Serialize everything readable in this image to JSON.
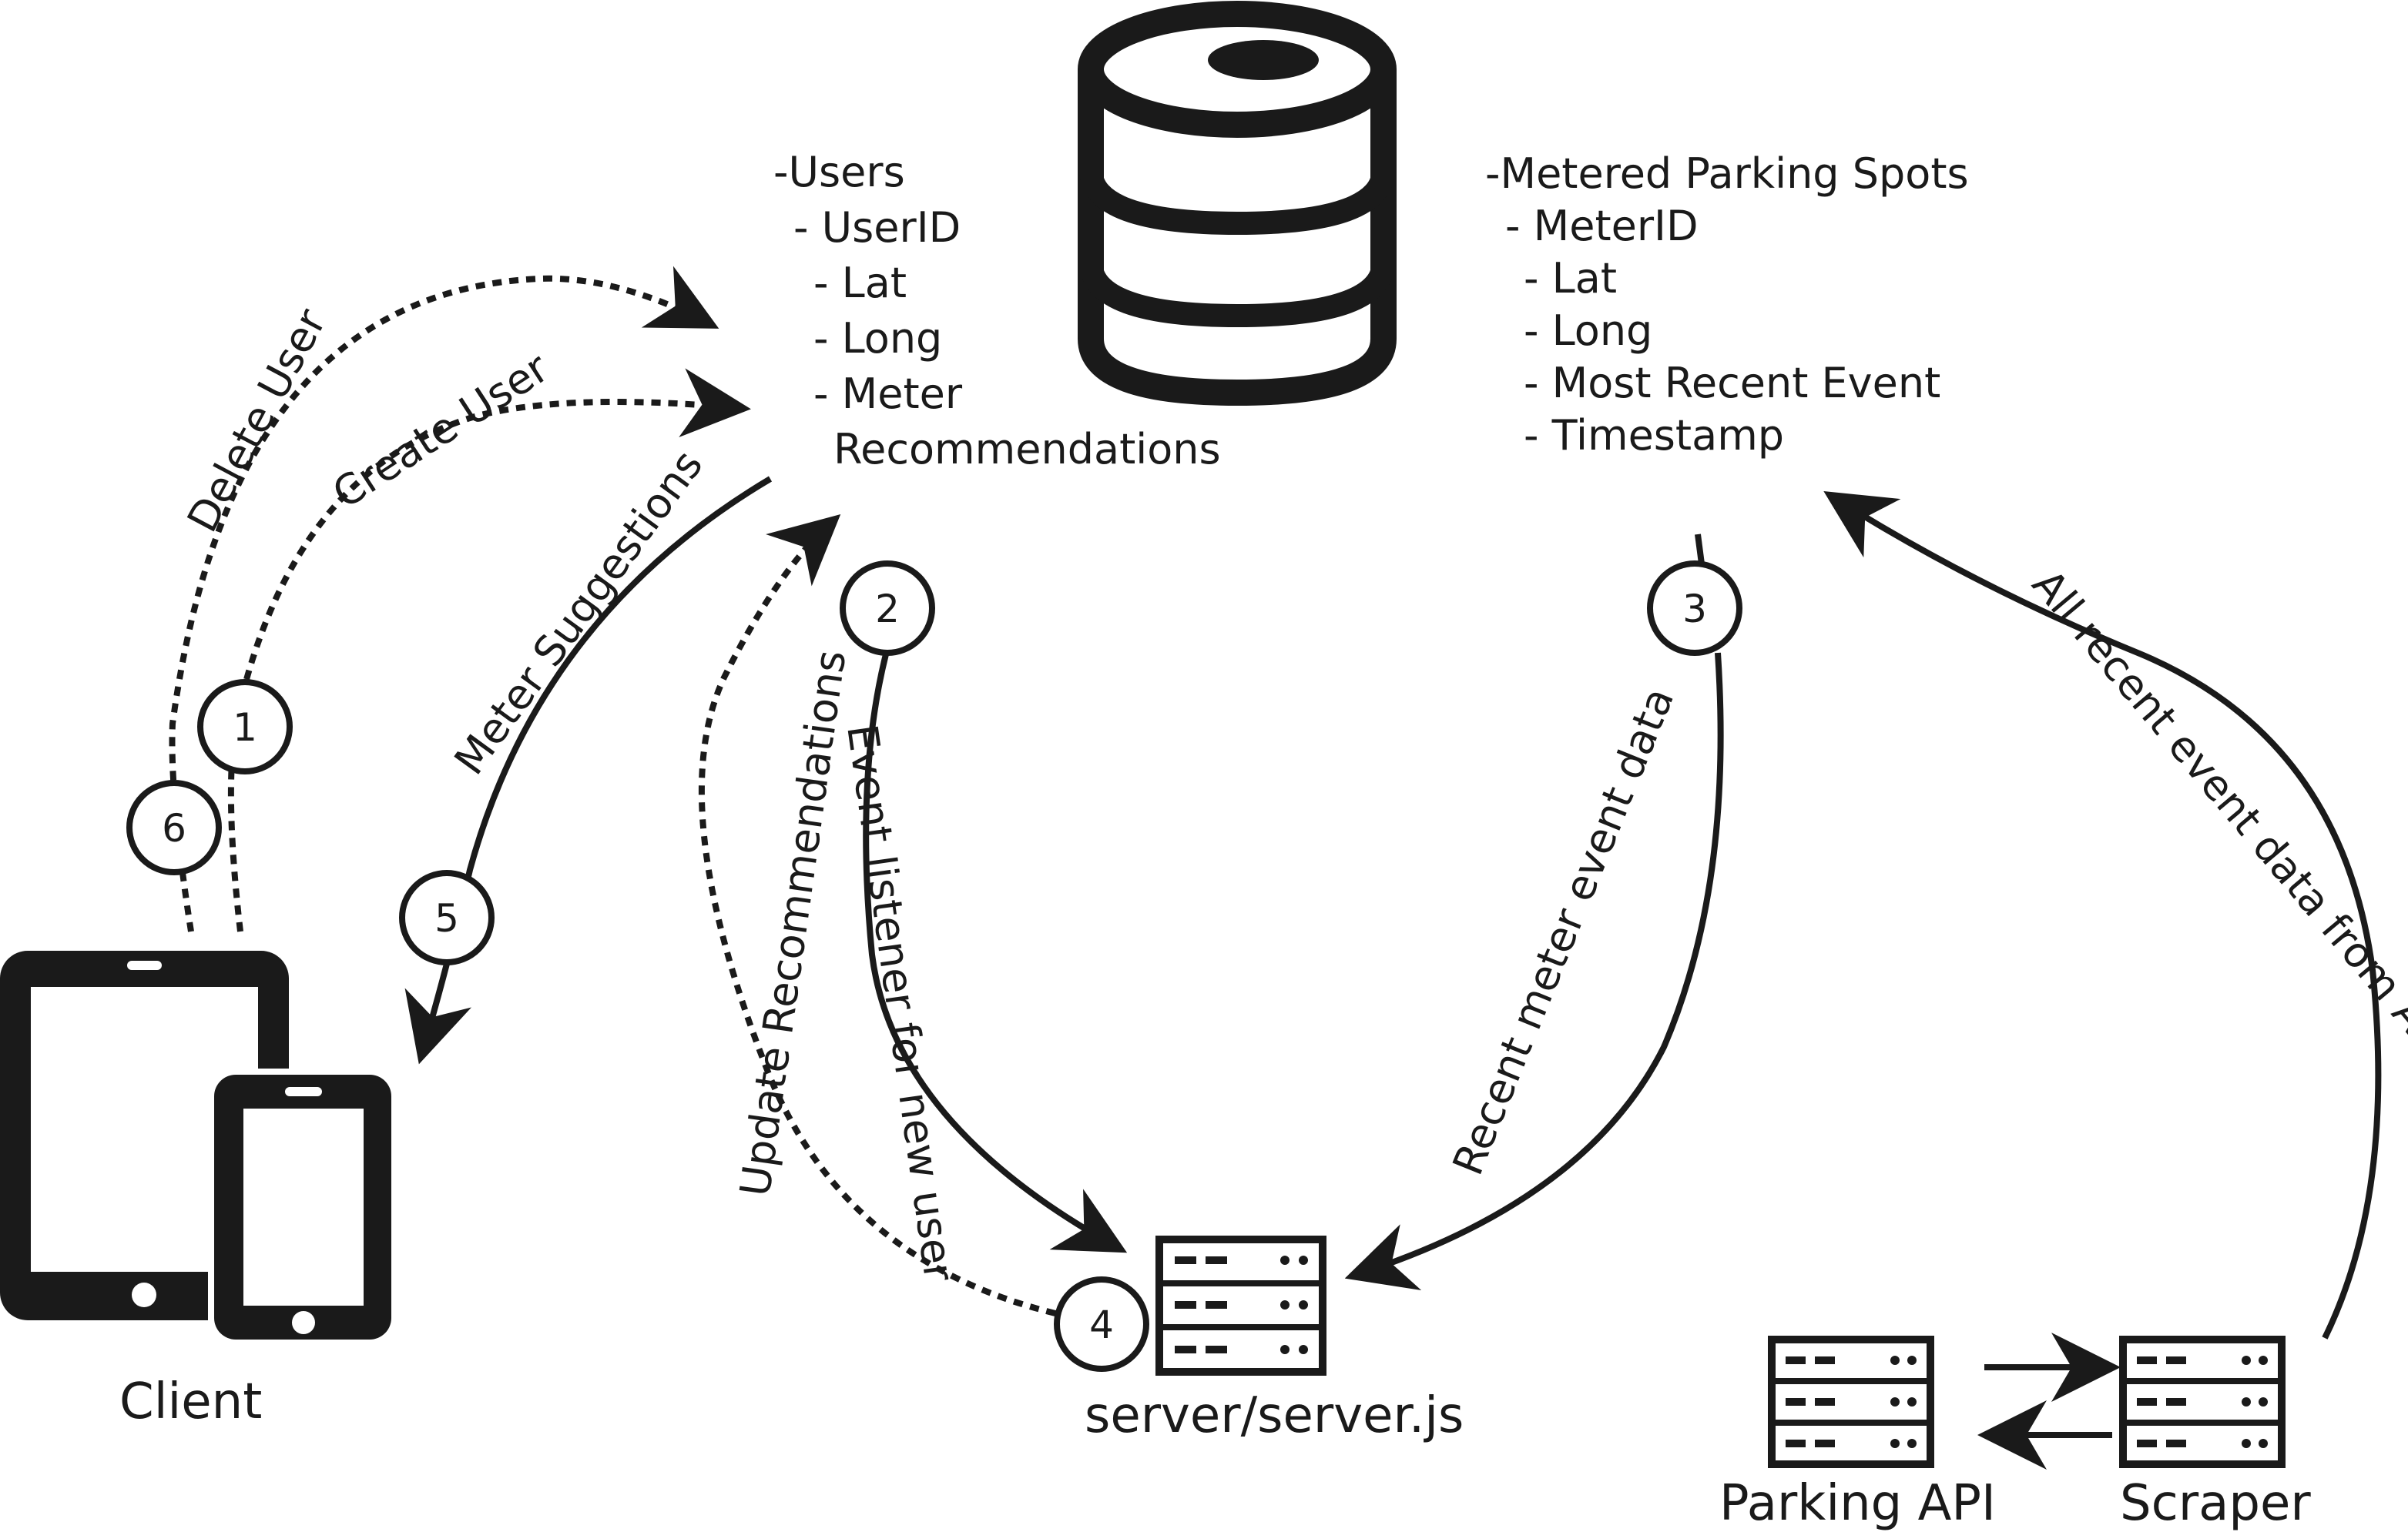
{
  "users_schema": {
    "lines": [
      "-Users",
      "- UserID",
      "- Lat",
      "- Long",
      "- Meter",
      "Recommendations"
    ]
  },
  "meters_schema": {
    "lines": [
      "-Metered Parking Spots",
      "- MeterID",
      "- Lat",
      "- Long",
      "- Most Recent Event",
      "- Timestamp"
    ]
  },
  "flows": {
    "delete_user": "Delete User",
    "create_user": "Create User",
    "meter_suggestions": "Meter Suggestions",
    "update_recommendations": "Update Recommendations",
    "event_listener": "Event listener for new user",
    "recent_meter_event": "Recent meter event data",
    "all_recent_event": "All recent event data from API"
  },
  "steps": [
    "1",
    "2",
    "3",
    "4",
    "5",
    "6"
  ],
  "nodes": {
    "client": "Client",
    "server": "server/server.js",
    "parking_api": "Parking API",
    "scraper": "Scraper"
  },
  "icons": [
    "database-icon",
    "tablet-icon",
    "phone-icon",
    "server-icon"
  ],
  "colors": {
    "ink": "#1a1a1a",
    "background": "#ffffff"
  }
}
